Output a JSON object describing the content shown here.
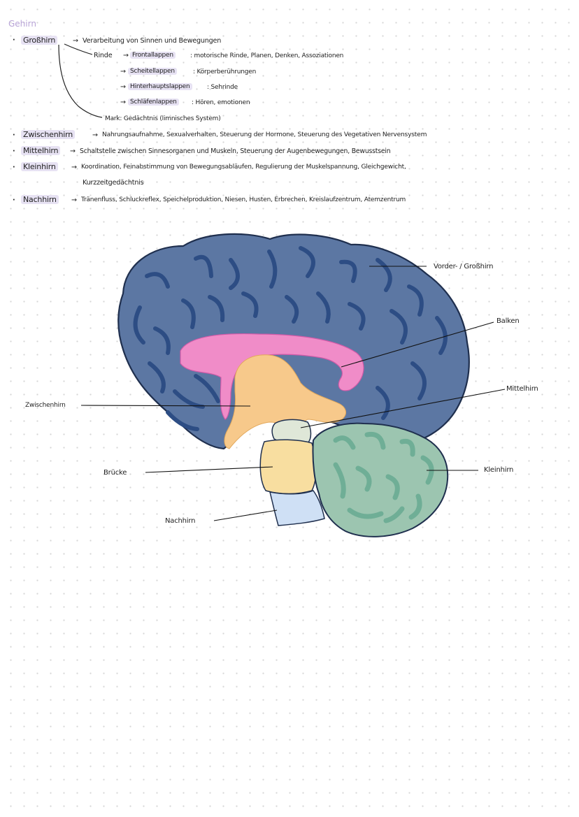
{
  "page_title": "Gehirn",
  "notes": {
    "grosshirn": {
      "term": "Großhirn",
      "arrow": "→",
      "desc": "Verarbeitung von Sinnen und Bewegungen",
      "rinde_label": "Rinde",
      "lobes": [
        {
          "name": "Frontallappen",
          "desc": "motorische Rinde, Planen, Denken, Assoziationen"
        },
        {
          "name": "Scheitellappen",
          "desc": "Körperberührungen"
        },
        {
          "name": "Hinterhauptslappen",
          "desc": "Sehrinde"
        },
        {
          "name": "Schläfenlappen",
          "desc": "Hören, emotionen"
        }
      ],
      "mark": "Mark: Gedächtnis (limnisches System)"
    },
    "zwischenhirn": {
      "term": "Zwischenhirn",
      "desc": "Nahrungsaufnahme, Sexualverhalten, Steuerung der Hormone, Steuerung des Vegetativen Nervensystem"
    },
    "mittelhirn": {
      "term": "Mittelhirn",
      "desc": "Schaltstelle zwischen Sinnesorganen und Muskeln, Steuerung der Augenbewegungen, Bewusstsein"
    },
    "kleinhirn": {
      "term": "Kleinhirn",
      "desc": "Koordination, Feinabstimmung von Bewegungsabläufen, Regulierung der Muskelspannung, Gleichgewicht,",
      "desc2": "Kurzzeitgedächtnis"
    },
    "nachhirn": {
      "term": "Nachhirn",
      "desc": "Tränenfluss, Schluckreflex, Speichelproduktion, Niesen, Husten, Erbrechen, Kreislaufzentrum, Atemzentrum"
    }
  },
  "diagram": {
    "labels": {
      "vorderhirn": "Vorder- / Großhirn",
      "balken": "Balken",
      "mittelhirn": "Mittelhirn",
      "zwischenhirn": "Zwischenhirn",
      "kleinhirn": "Kleinhirn",
      "bruecke": "Brücke",
      "nachhirn": "Nachhirn"
    },
    "colors": {
      "cerebrum": "#5c77a3",
      "cerebrum_groove": "#2d4d84",
      "corpus_callosum": "#f08cc8",
      "diencephalon": "#f7c98b",
      "midbrain": "#dfe7d8",
      "pons": "#f8dea0",
      "medulla": "#cfe0f5",
      "cerebellum": "#9cc5b0",
      "cerebellum_groove": "#6fae96"
    }
  }
}
